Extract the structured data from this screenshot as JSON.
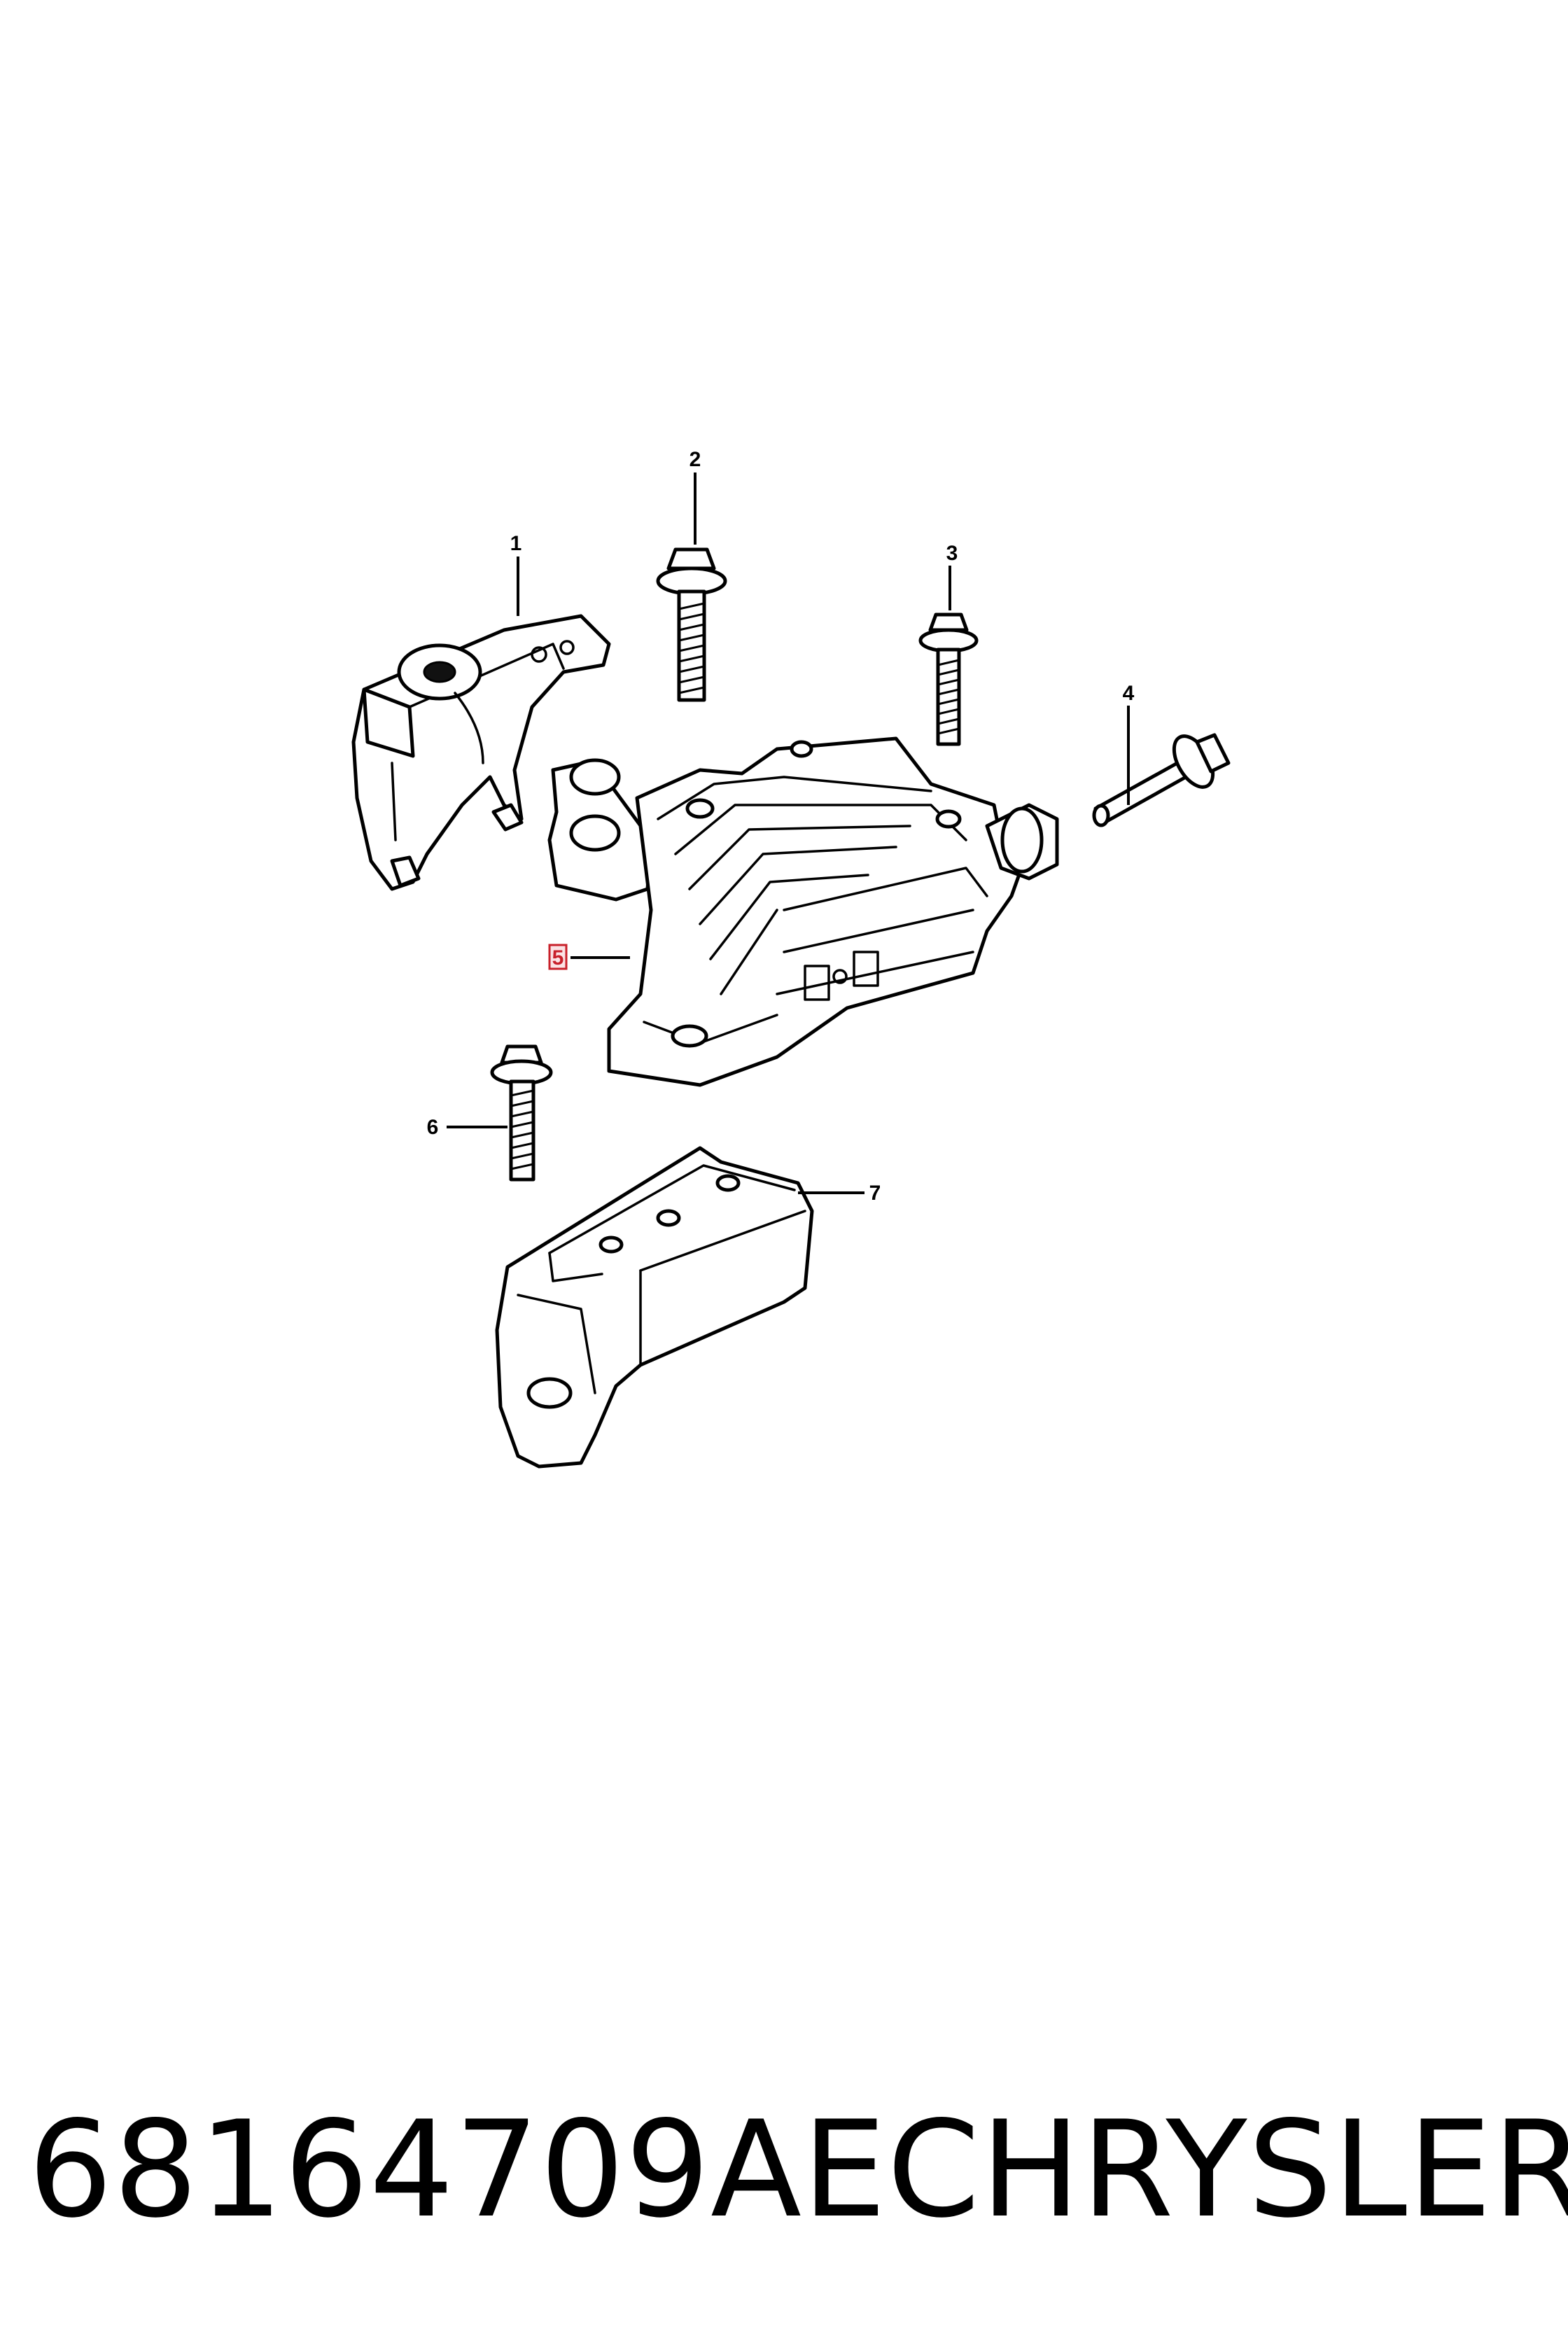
{
  "callouts": {
    "c1": "1",
    "c2": "2",
    "c3": "3",
    "c4": "4",
    "c5": "5",
    "c6": "6",
    "c7": "7"
  },
  "footer": {
    "part_number": "68164709AE",
    "brand": "CHRYSLER"
  },
  "colors": {
    "highlight": "#c8202a",
    "line": "#000000",
    "background": "#ffffff"
  }
}
